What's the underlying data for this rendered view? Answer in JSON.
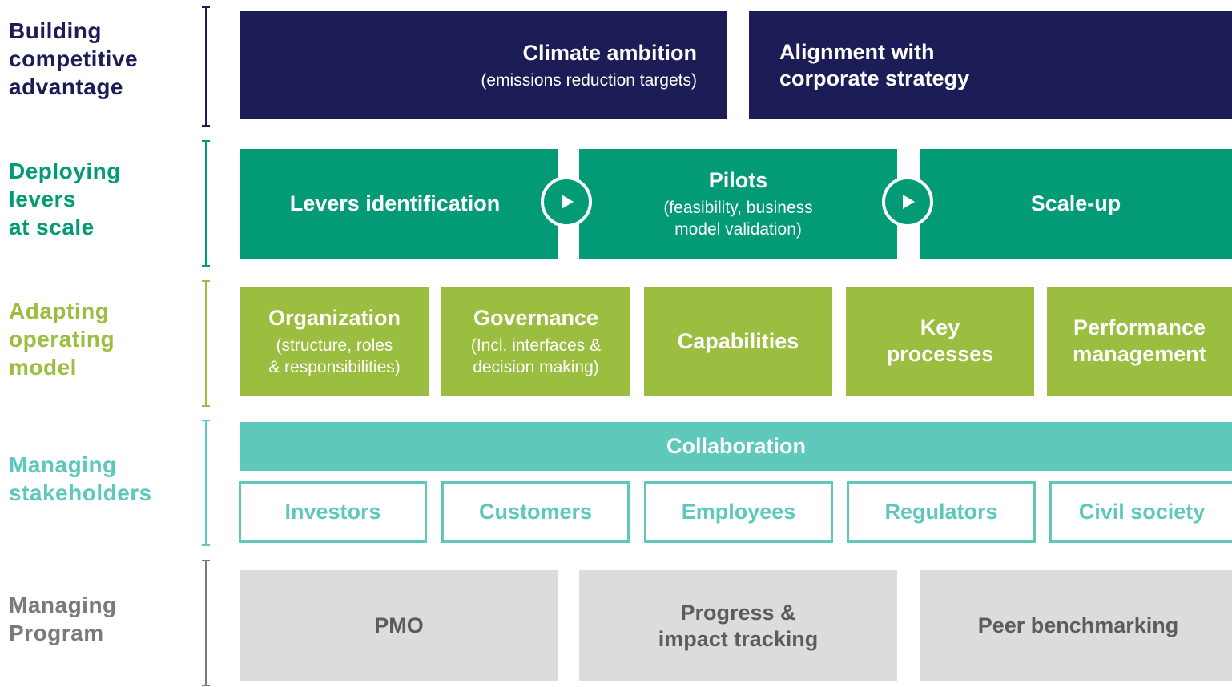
{
  "rows": {
    "competitive": {
      "label": "Building\ncompetitive\nadvantage",
      "color": "#1c1c57"
    },
    "levers": {
      "label": "Deploying\nlevers\nat scale",
      "color": "#039a76"
    },
    "operating": {
      "label": "Adapting\noperating\nmodel",
      "color": "#9bbd40"
    },
    "stakeholders": {
      "label": "Managing\nstakeholders",
      "color": "#5ec8bb"
    },
    "program": {
      "label": "Managing\nProgram",
      "color": "#7a7a7a"
    }
  },
  "competitive": {
    "climate_title": "Climate ambition",
    "climate_sub": "(emissions reduction targets)",
    "alignment_title": "Alignment with\ncorporate strategy"
  },
  "levers": {
    "identification": "Levers identification",
    "pilots_title": "Pilots",
    "pilots_sub": "(feasibility, business\nmodel validation)",
    "scaleup": "Scale-up",
    "arrow_icon": "play-arrow-icon"
  },
  "operating": {
    "organization_title": "Organization",
    "organization_sub": "(structure, roles\n& responsibilities)",
    "governance_title": "Governance",
    "governance_sub": "(Incl. interfaces &\ndecision making)",
    "capabilities": "Capabilities",
    "processes": "Key\nprocesses",
    "performance": "Performance\nmanagement"
  },
  "stakeholders": {
    "collaboration": "Collaboration",
    "items": [
      "Investors",
      "Customers",
      "Employees",
      "Regulators",
      "Civil society"
    ]
  },
  "program": {
    "pmo": "PMO",
    "tracking": "Progress &\nimpact tracking",
    "benchmarking": "Peer benchmarking"
  }
}
